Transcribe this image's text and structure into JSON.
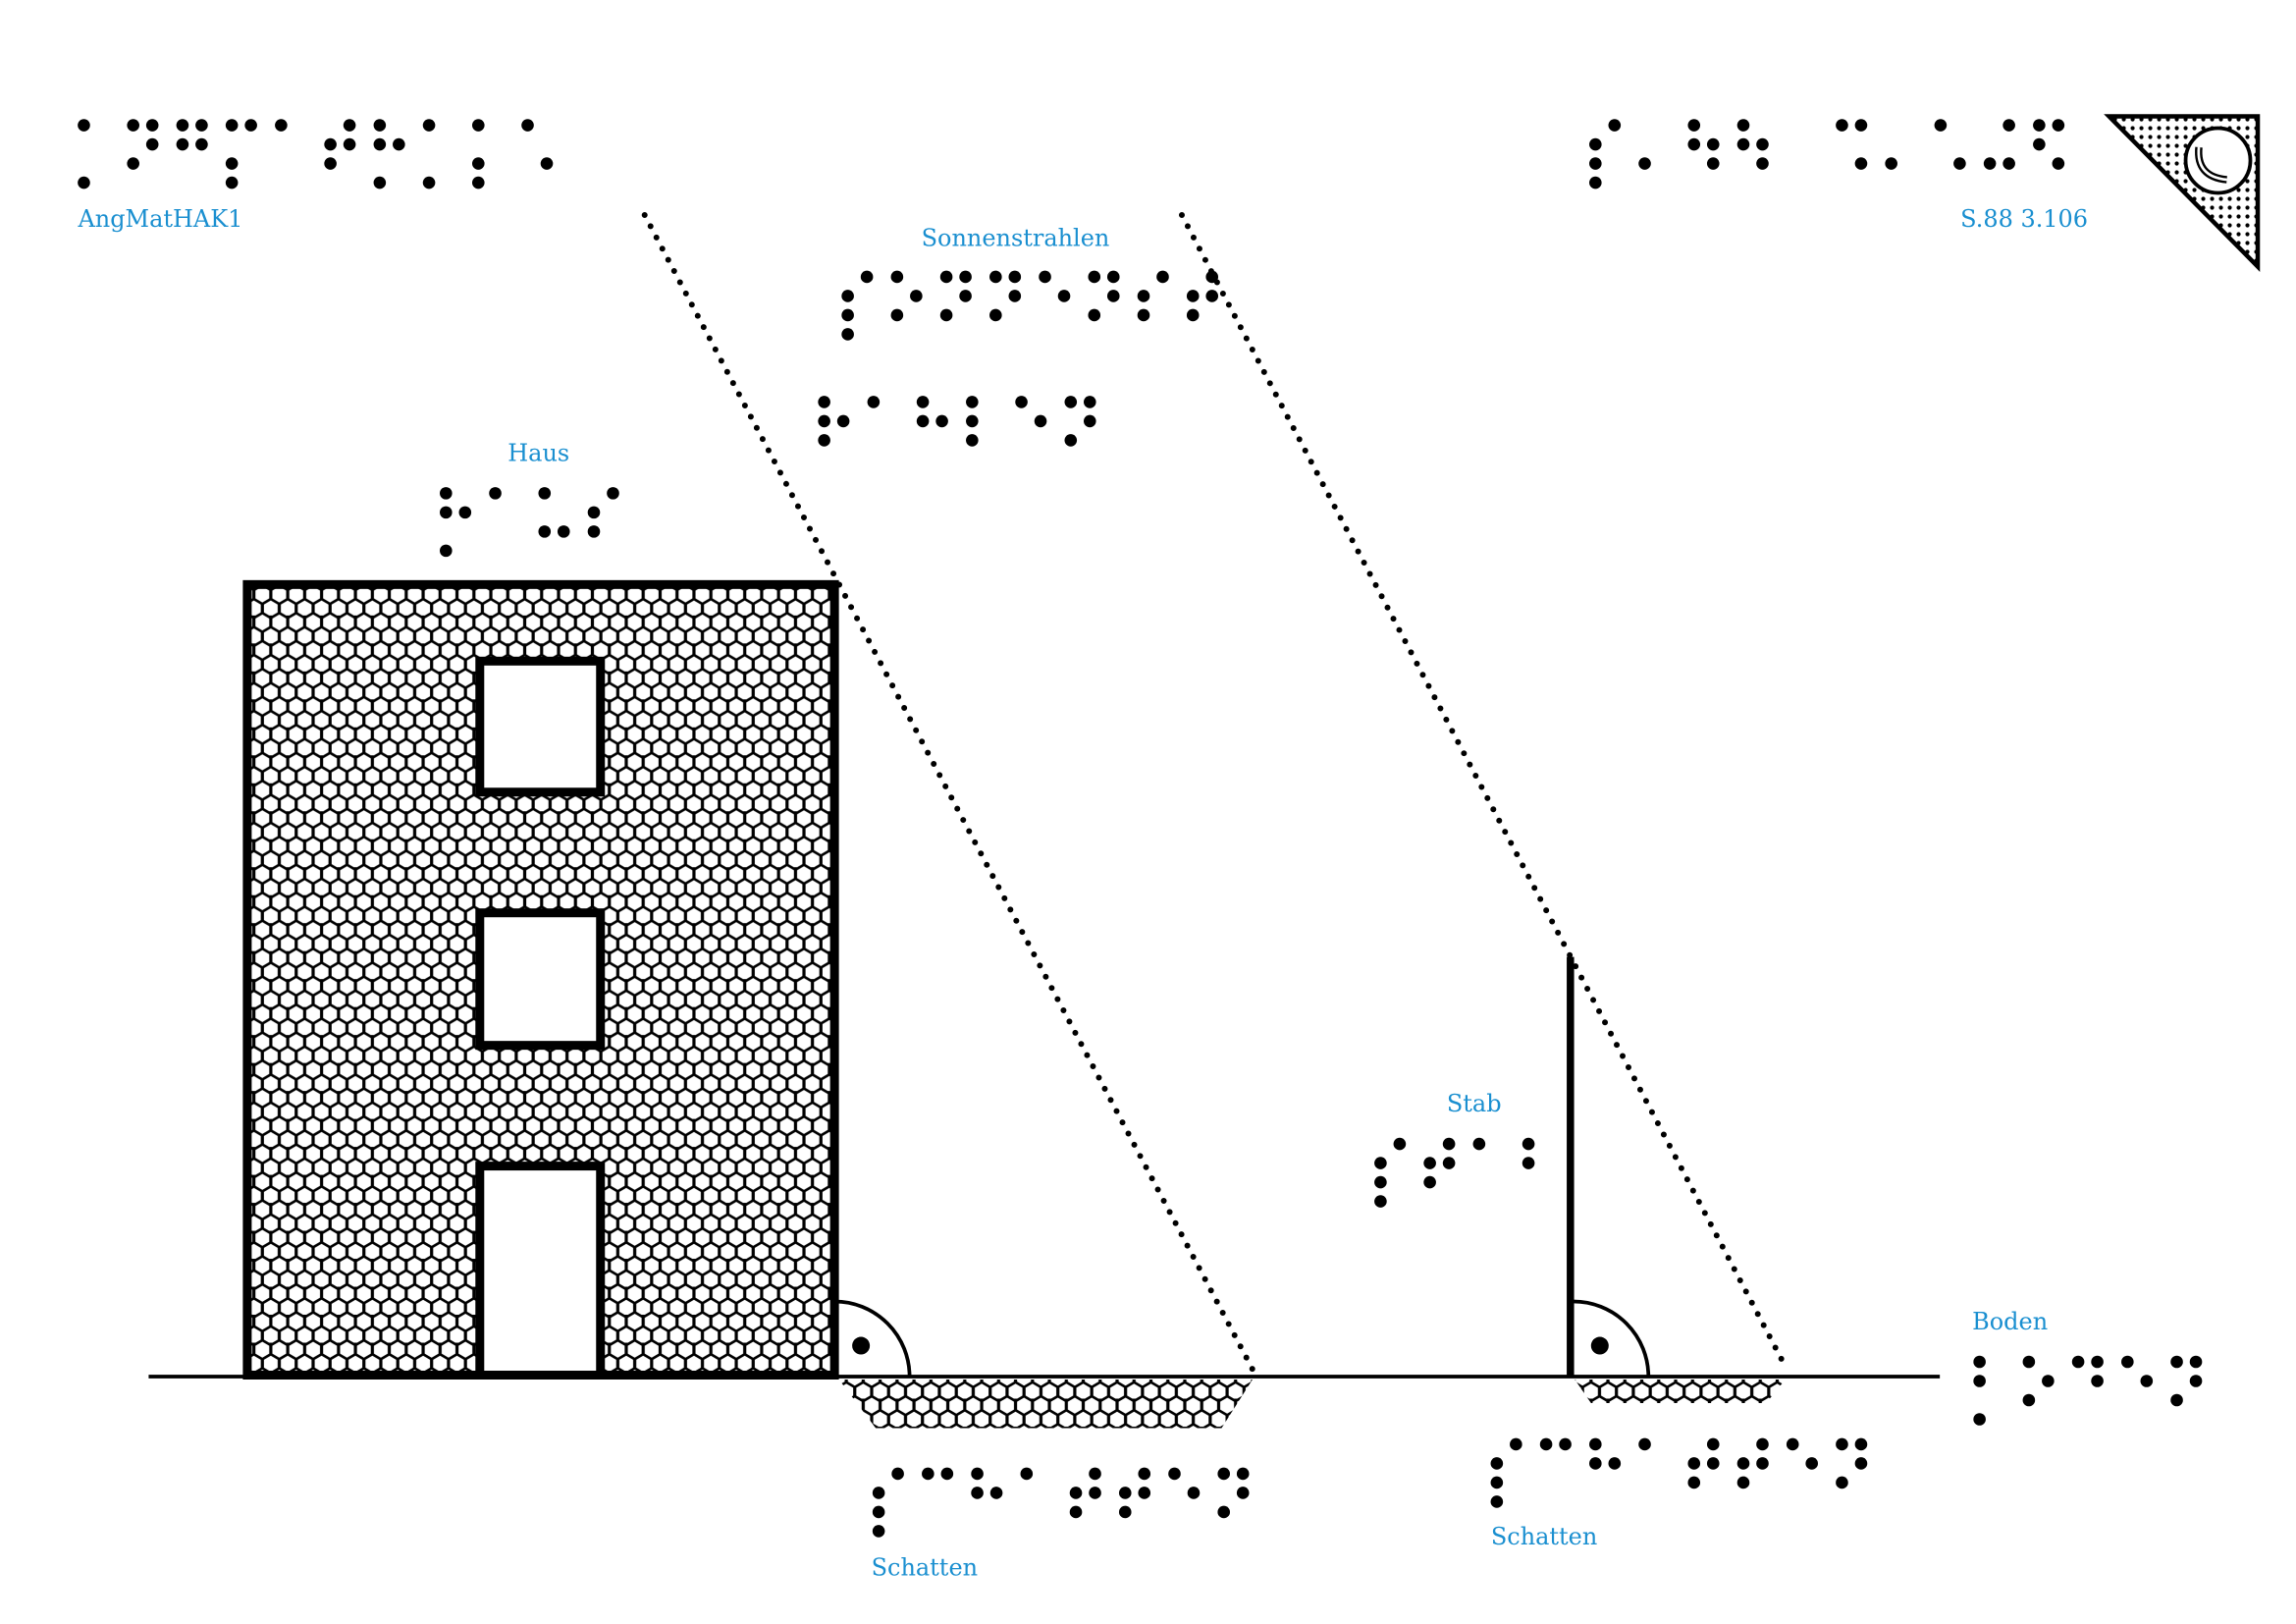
{
  "colors": {
    "label": "#1a8fd0",
    "ink": "#000000",
    "paper": "#ffffff"
  },
  "header": {
    "left_label": "AngMatHAK1",
    "left_braille": "⡁⠝⠛⡍⠁⠞⡓⡁⡅⠡",
    "right_label": "S.88 3.106",
    "right_braille": "⡎⠄⠳⠳⠀⠩⠄⠡⠬⠫",
    "corner_icon": "tactile-orientation-mark-icon"
  },
  "labels": {
    "sun_rays": {
      "text": "Sonnenstrahlen",
      "braille_line1": "⡎⠕⠝⠝⠑⠝⠎⠞",
      "braille_line2": "⠗⠁⠓⠇⠑⠝"
    },
    "house": {
      "text": "Haus",
      "braille": "⡓⠁⠥⠎"
    },
    "rod": {
      "text": "Stab",
      "braille": "⡎⠞⠁⠃"
    },
    "shadow_house": {
      "text": "Schatten",
      "braille": "⡎⠉⠓⠁⠞⠞⠑⠝"
    },
    "shadow_rod": {
      "text": "Schatten",
      "braille": "⡎⠉⠓⠁⠞⠞⠑⠝"
    },
    "ground": {
      "text": "Boden",
      "braille": "⡃⠕⠙⠑⠝"
    }
  }
}
